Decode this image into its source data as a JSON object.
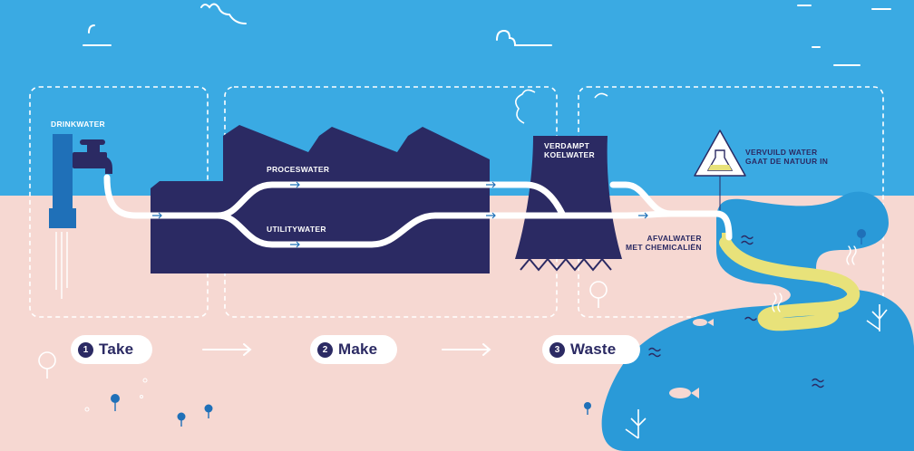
{
  "labels": {
    "drinkwater": "DRINKWATER",
    "proceswater": "PROCESWATER",
    "utilitywater": "UTILITYWATER",
    "verdampt_koelwater": "VERDAMPT\nKOELWATER",
    "vervuild_water": "VERVUILD WATER\nGAAT DE NATUUR IN",
    "afvalwater": "AFVALWATER\nMET CHEMICALIËN"
  },
  "stages": [
    {
      "number": "1",
      "label": "Take"
    },
    {
      "number": "2",
      "label": "Make"
    },
    {
      "number": "3",
      "label": "Waste"
    }
  ],
  "colors": {
    "sky": "#3aaae3",
    "ground": "#f6d8d2",
    "navy": "#2b2a63",
    "river": "#2a9ad8",
    "pollution": "#e8e27a",
    "tap_blue": "#1f70b8"
  },
  "icons": [
    "tap-icon",
    "factory-icon",
    "cooling-tower-icon",
    "warning-flask-icon",
    "fish-icon",
    "tree-icon"
  ]
}
